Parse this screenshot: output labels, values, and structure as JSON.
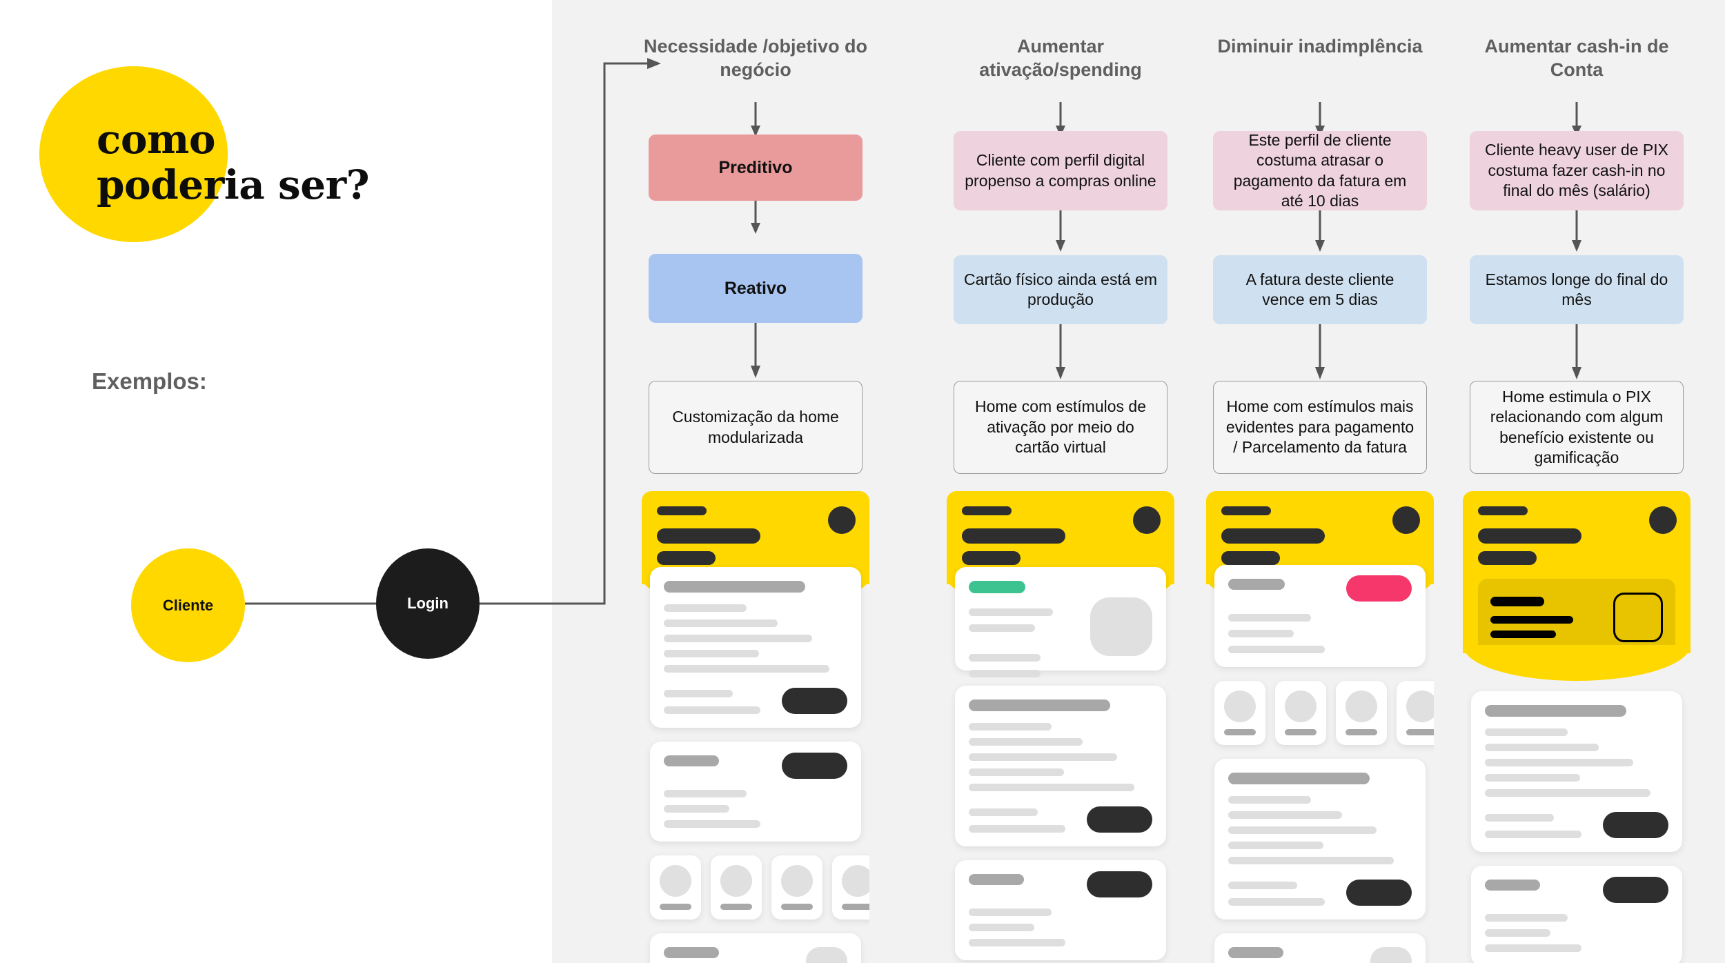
{
  "intro": {
    "headline": "como poderia ser?",
    "examples_label": "Exemplos:"
  },
  "flow": {
    "start_node": "Cliente",
    "second_node": "Login"
  },
  "colors": {
    "brand_yellow": "#ffd800",
    "dark": "#1c1c1c",
    "panel_gray": "#f2f2f2",
    "preditivo_rose": "#e99a9a",
    "reativo_blue": "#a8c4f0",
    "context_pink": "#eed2de",
    "context_blue": "#cfe0f0",
    "badge_green": "#3cc38f",
    "badge_red": "#f5376b",
    "pix_panel_yellow": "#e8c400",
    "title_gray": "#5f5f5f"
  },
  "columns": [
    {
      "title": "Necessidade /objetivo do negócio",
      "box1": "Preditivo",
      "box2": "Reativo",
      "box3": "Customização da home modularizada",
      "wireframe_name": "home-modularizada-wireframe"
    },
    {
      "title": "Aumentar ativação/spending",
      "box1": "Cliente com perfil digital propenso a compras online",
      "box2": "Cartão físico ainda está em produção",
      "box3": "Home com estímulos de ativação por meio do cartão virtual",
      "wireframe_name": "cartao-virtual-wireframe"
    },
    {
      "title": "Diminuir inadimplência",
      "box1": "Este perfil de cliente costuma atrasar o pagamento da fatura em até 10 dias",
      "box2": "A fatura deste cliente vence em 5 dias",
      "box3": "Home com estímulos mais evidentes para pagamento / Parcelamento da fatura",
      "wireframe_name": "pagamento-fatura-wireframe"
    },
    {
      "title": "Aumentar cash-in de Conta",
      "box1": "Cliente heavy user de PIX costuma fazer cash-in no final do mês (salário)",
      "box2": "Estamos longe do final do mês",
      "box3": "Home estimula o PIX relacionando com algum benefício existente ou gamificação",
      "wireframe_name": "pix-cashin-wireframe"
    }
  ]
}
